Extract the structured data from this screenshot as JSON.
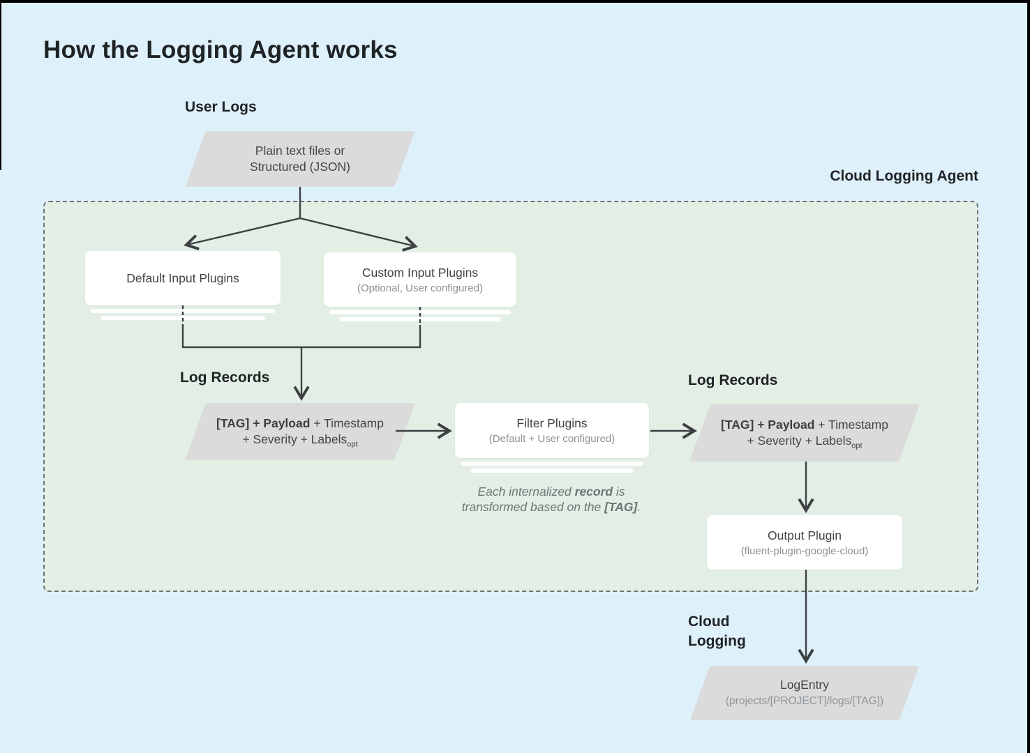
{
  "title": "How the Logging Agent works",
  "labels": {
    "user_logs": "User Logs",
    "cloud_logging_agent": "Cloud Logging Agent",
    "log_records_left": "Log Records",
    "log_records_right": "Log Records",
    "cloud_logging_line1": "Cloud",
    "cloud_logging_line2": "Logging"
  },
  "nodes": {
    "user_input": {
      "line1": "Plain text files or",
      "line2": "Structured (JSON)"
    },
    "default_input": {
      "title": "Default Input Plugins"
    },
    "custom_input": {
      "title": "Custom Input Plugins",
      "subtitle": "(Optional, User configured)"
    },
    "log_record": {
      "bold": "[TAG] + Payload",
      "rest": " + Timestamp",
      "line2": "+ Severity + Labels",
      "subscript": "opt"
    },
    "filter": {
      "title": "Filter Plugins",
      "subtitle": "(Default + User configured)"
    },
    "output": {
      "title": "Output Plugin",
      "subtitle": "(fluent-plugin-google-cloud)"
    },
    "log_entry": {
      "title": "LogEntry",
      "subtitle": "(projects/[PROJECT]/logs/[TAG])"
    }
  },
  "note": {
    "line1_pre": "Each internalized ",
    "line1_bold": "record",
    "line1_post": " is",
    "line2_pre": "transformed based on the ",
    "line2_bold": "[TAG]",
    "line2_post": "."
  },
  "colors": {
    "background": "#def1fb",
    "agent_panel_fill": "#e3efe4",
    "panel_border": "#6e7376",
    "parallelogram_fill": "#dbdbdb",
    "box_fill": "#ffffff",
    "line": "#3c4043",
    "dark_text": "#202326",
    "body_text": "#3f4345",
    "muted_text": "#8b9094"
  }
}
